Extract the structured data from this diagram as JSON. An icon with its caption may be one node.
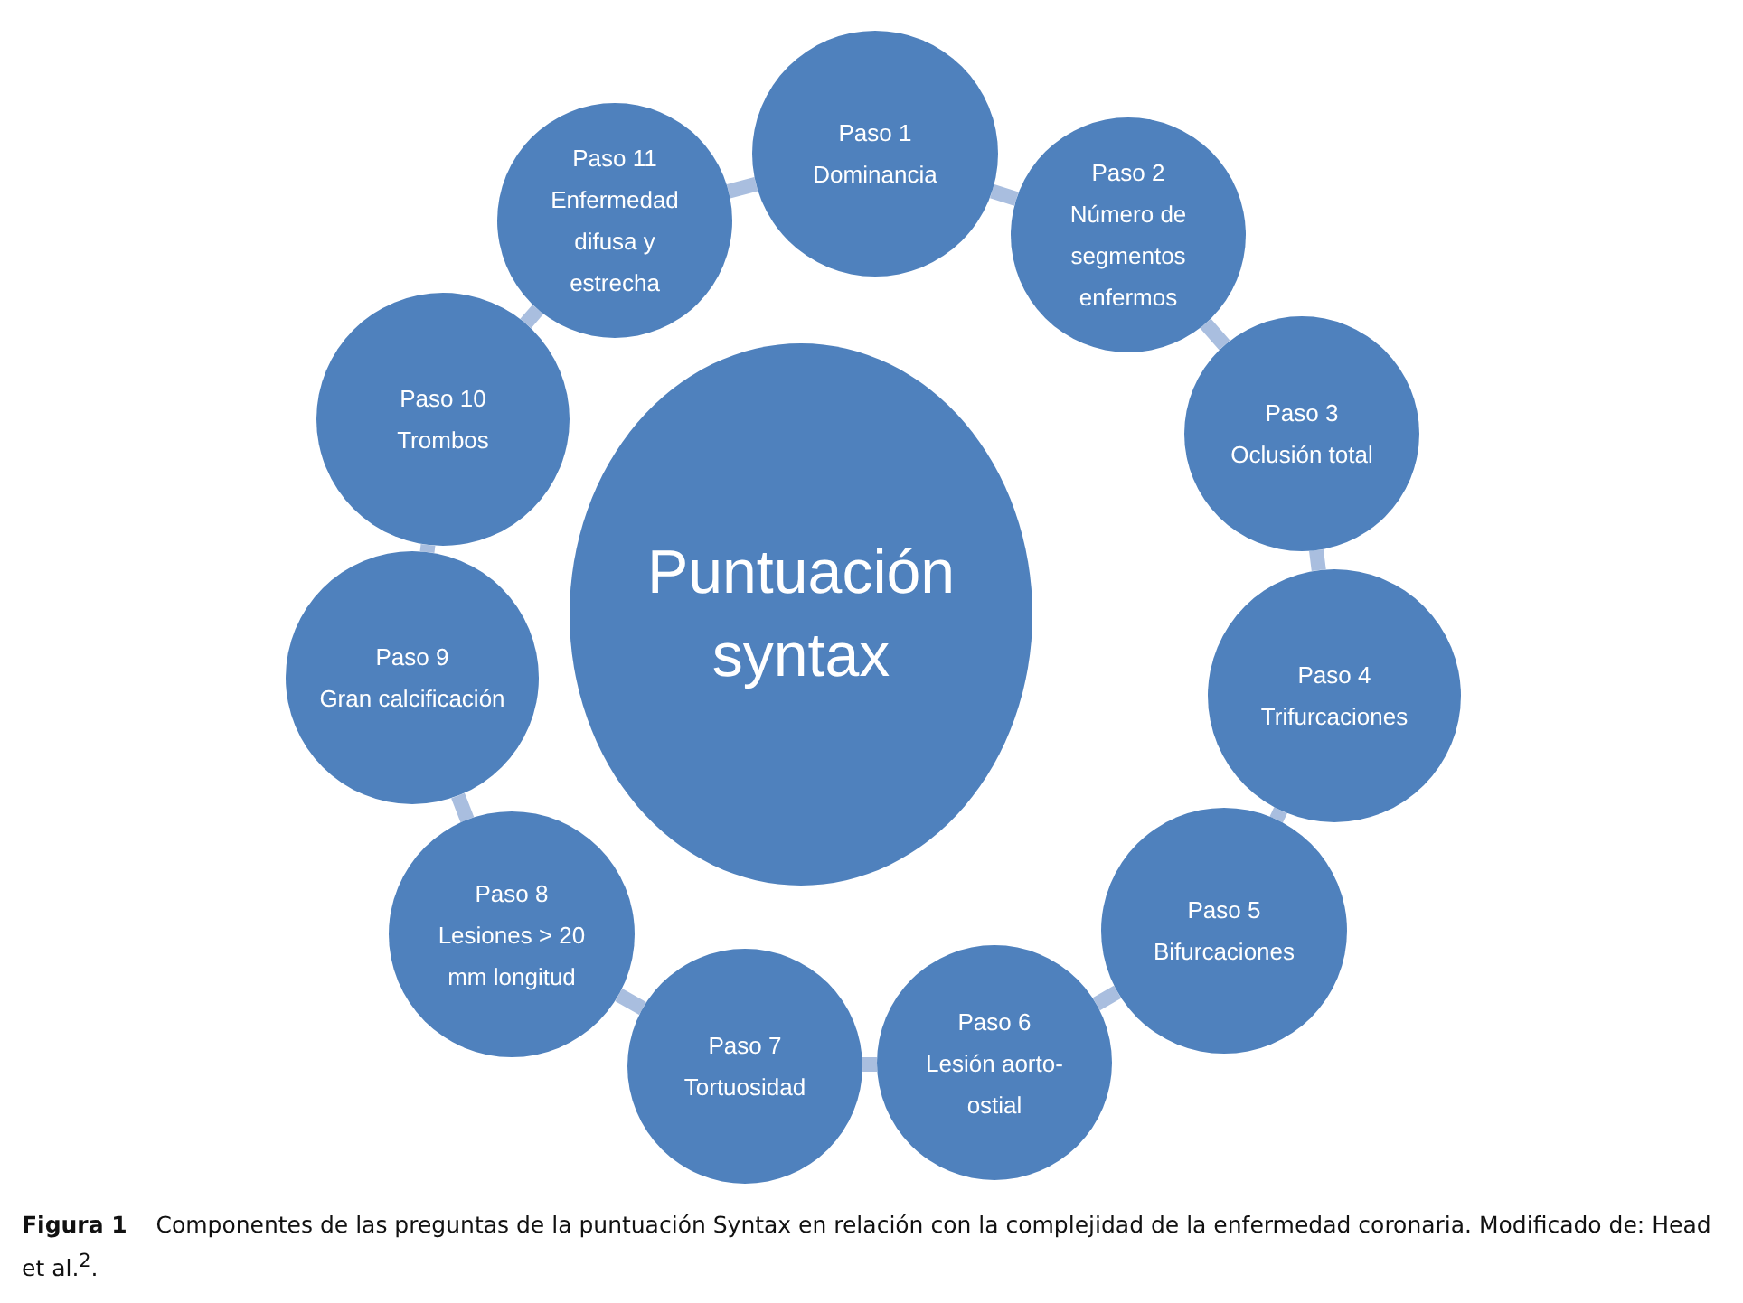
{
  "diagram": {
    "caption": "**Figura 1**    Componentes de las preguntas de la puntuación Syntax en relación con la complejidad de la enfermedad coronaria. Modificado de: Head et al.$^{2}$.",
    "nodes": [
      {
        "text": [
          "Puntuación syntax"
        ]
      },
      {
        "text": [
          "Paso 1",
          "Dominancia"
        ]
      },
      {
        "text": [
          "Paso 2",
          "Número de segmentos enfermos"
        ]
      },
      {
        "text": [
          "Paso 3",
          "Oclusión total"
        ]
      },
      {
        "text": [
          "Paso 4",
          "Trifurcaciones"
        ]
      },
      {
        "text": [
          "Paso 5",
          "Bifurcaciones"
        ]
      },
      {
        "text": [
          "Paso 6",
          "Lesión aorto-ostial"
        ]
      },
      {
        "text": [
          "Paso 7",
          "Tortuosidad"
        ]
      },
      {
        "text": [
          "Paso 8",
          "Lesiones > 20 mm longitud"
        ]
      },
      {
        "text": [
          "Paso 9",
          "Gran calcificación"
        ]
      },
      {
        "text": [
          "Paso 10",
          "Trombos"
        ]
      },
      {
        "text": [
          "Paso 11",
          "Enfermedad difusa y estrecha"
        ]
      }
    ],
    "edges": [
      {
        "from": 1,
        "to": 2,
        "arrow": "none"
      },
      {
        "from": 2,
        "to": 3,
        "arrow": "none"
      },
      {
        "from": 3,
        "to": 4,
        "arrow": "none"
      },
      {
        "from": 4,
        "to": 5,
        "arrow": "none"
      },
      {
        "from": 5,
        "to": 6,
        "arrow": "none"
      },
      {
        "from": 6,
        "to": 7,
        "arrow": "none"
      },
      {
        "from": 7,
        "to": 8,
        "arrow": "none"
      },
      {
        "from": 8,
        "to": 9,
        "arrow": "none"
      },
      {
        "from": 9,
        "to": 10,
        "arrow": "none"
      },
      {
        "from": 10,
        "to": 11,
        "arrow": "none"
      },
      {
        "from": 11,
        "to": 1,
        "arrow": "none"
      }
    ]
  }
}
